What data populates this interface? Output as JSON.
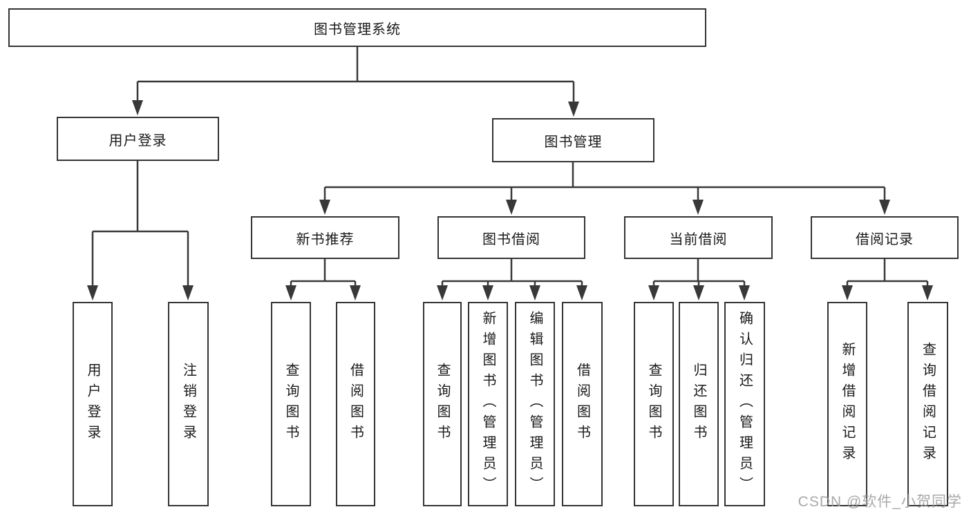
{
  "diagram": {
    "root": {
      "label": "图书管理系统",
      "children": [
        {
          "label": "用户登录",
          "children": [
            {
              "label": "用户登录"
            },
            {
              "label": "注销登录"
            }
          ]
        },
        {
          "label": "图书管理",
          "children": [
            {
              "label": "新书推荐",
              "children": [
                {
                  "label": "查询图书"
                },
                {
                  "label": "借阅图书"
                }
              ]
            },
            {
              "label": "图书借阅",
              "children": [
                {
                  "label": "查询图书"
                },
                {
                  "label": "新增图书（管理员）"
                },
                {
                  "label": "编辑图书（管理员）"
                },
                {
                  "label": "借阅图书"
                }
              ]
            },
            {
              "label": "当前借阅",
              "children": [
                {
                  "label": "查询图书"
                },
                {
                  "label": "归还图书"
                },
                {
                  "label": "确认归还（管理员）"
                }
              ]
            },
            {
              "label": "借阅记录",
              "children": [
                {
                  "label": "新增借阅记录"
                },
                {
                  "label": "查询借阅记录"
                }
              ]
            }
          ]
        }
      ]
    }
  },
  "watermark": {
    "text": "CSDN @软件_小贺同学"
  },
  "colors": {
    "line": "#383838",
    "box_border": "#333333",
    "text": "#1a1a1a",
    "watermark": "#9e9e9e",
    "background": "#ffffff"
  }
}
